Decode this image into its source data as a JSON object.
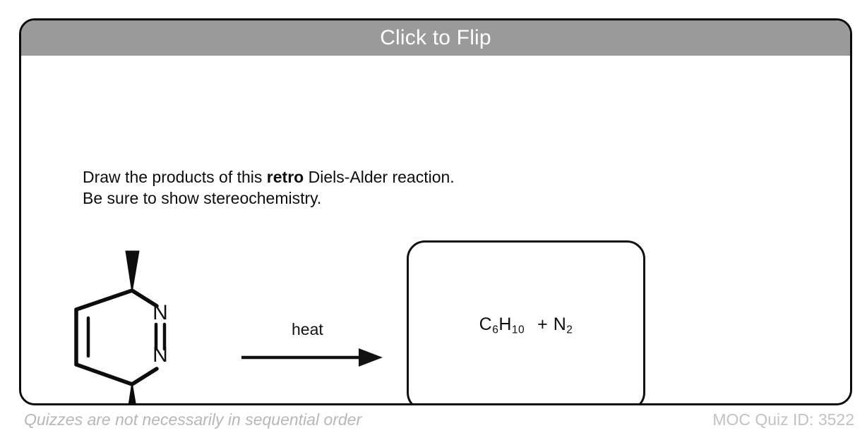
{
  "card": {
    "header_title": "Click to Flip",
    "header_bg": "#9a9a9a",
    "header_text_color": "#ffffff",
    "border_color": "#0a0a0a"
  },
  "prompt": {
    "line1_before": "Draw the products of this ",
    "line1_emphasis": "retro",
    "line1_after": " Diels-Alder reaction.",
    "line2": "Be sure to show stereochemistry."
  },
  "scheme": {
    "reagent_label": "heat",
    "reactant": {
      "name": "trans-3,6-dimethyl-3,6-dihydropyridazine",
      "ring_atom_labels": [
        "N",
        "N"
      ],
      "stereo_wedges": 2,
      "double_bonds": [
        "C=C",
        "N=N"
      ]
    },
    "product_box": {
      "formula_a": "C",
      "formula_a_sub1": "6",
      "formula_a_h": "H",
      "formula_a_sub2": "10",
      "plus": "+",
      "formula_b": "N",
      "formula_b_sub": "2"
    }
  },
  "footer": {
    "note": "Quizzes are not necessarily in sequential order",
    "quiz_id": "MOC Quiz ID: 3522"
  }
}
